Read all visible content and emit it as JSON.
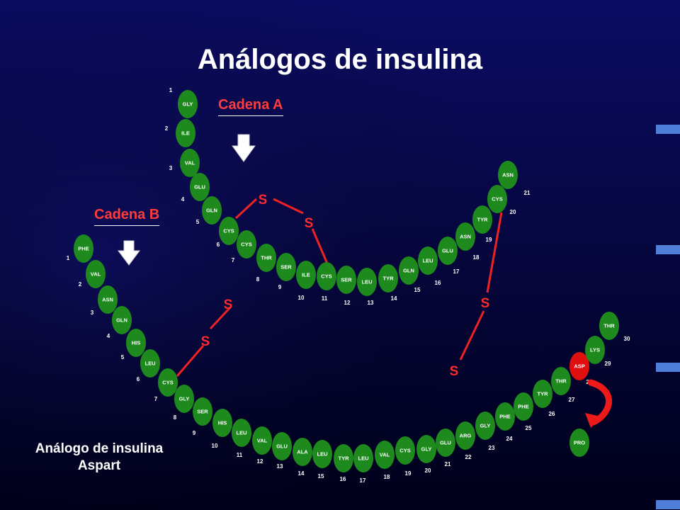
{
  "title": "Análogos de insulina",
  "chain_a": {
    "label": "Cadena A",
    "residues": [
      "GLY",
      "ILE",
      "VAL",
      "GLU",
      "GLN",
      "CYS",
      "CYS",
      "THR",
      "SER",
      "ILE",
      "CYS",
      "SER",
      "LEU",
      "TYR",
      "GLN",
      "LEU",
      "GLU",
      "ASN",
      "TYR",
      "CYS",
      "ASN"
    ],
    "numbers": [
      "1",
      "2",
      "3",
      "4",
      "5",
      "6",
      "7",
      "8",
      "9",
      "10",
      "11",
      "12",
      "13",
      "14",
      "15",
      "16",
      "17",
      "18",
      "19",
      "20",
      "21"
    ]
  },
  "chain_b": {
    "label": "Cadena B",
    "residues": [
      "PHE",
      "VAL",
      "ASN",
      "GLN",
      "HIS",
      "LEU",
      "CYS",
      "GLY",
      "SER",
      "HIS",
      "LEU",
      "VAL",
      "GLU",
      "ALA",
      "LEU",
      "TYR",
      "LEU",
      "VAL",
      "CYS",
      "GLY",
      "GLU",
      "ARG",
      "GLY",
      "PHE",
      "PHE",
      "TYR",
      "THR",
      "ASP",
      "LYS",
      "THR"
    ],
    "numbers": [
      "1",
      "2",
      "3",
      "4",
      "5",
      "6",
      "7",
      "8",
      "9",
      "10",
      "11",
      "12",
      "13",
      "14",
      "15",
      "16",
      "17",
      "18",
      "19",
      "20",
      "21",
      "22",
      "23",
      "24",
      "25",
      "26",
      "27",
      "28",
      "29",
      "30"
    ]
  },
  "substitution": {
    "residue": "PRO"
  },
  "disulfide_label": "S",
  "caption": {
    "line1": "Análogo de insulina",
    "line2": "Aspart"
  },
  "colors": {
    "residue": "#1e8a1e",
    "mutated_residue": "#e01010",
    "bond": "#ee2222",
    "sulfur": "#ff2a2a",
    "chain_label": "#ff3b3b",
    "background_top": "#0a0a5e",
    "background_bottom": "#000018"
  },
  "icons": [
    "down-arrow-icon",
    "curved-arrow-icon"
  ]
}
